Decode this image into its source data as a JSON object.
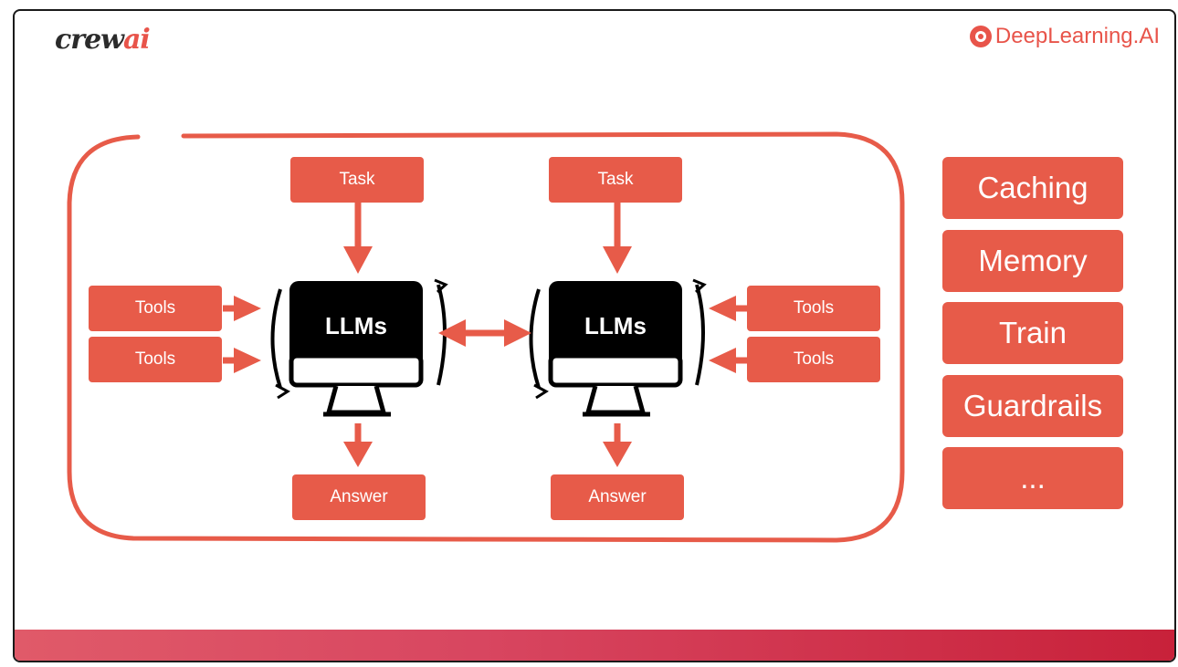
{
  "logos": {
    "crew_text": "crew",
    "crew_ai": "ai",
    "deeplearning": "DeepLearning.AI"
  },
  "agent_left": {
    "task": "Task",
    "tools": [
      "Tools",
      "Tools"
    ],
    "llm": "LLMs",
    "answer": "Answer"
  },
  "agent_right": {
    "task": "Task",
    "tools": [
      "Tools",
      "Tools"
    ],
    "llm": "LLMs",
    "answer": "Answer"
  },
  "features": [
    "Caching",
    "Memory",
    "Train",
    "Guardrails",
    "..."
  ],
  "colors": {
    "accent": "#e75b49",
    "monitor": "#000000",
    "footer_start": "#e05a69",
    "footer_end": "#c8213a"
  }
}
